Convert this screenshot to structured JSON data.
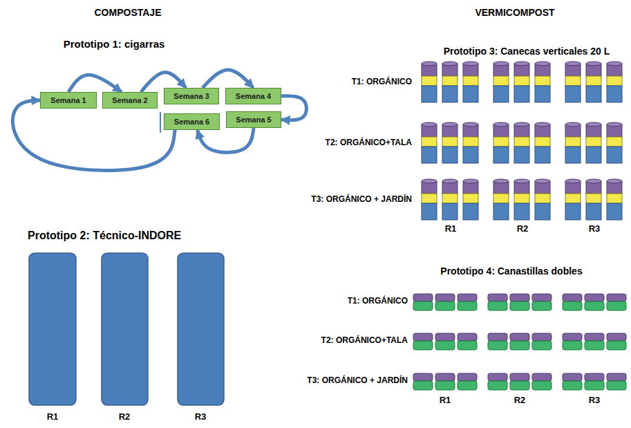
{
  "diagram": {
    "nodes": [
      {
        "text": [
          "Semana 1"
        ]
      },
      {
        "text": [
          "Semana 2"
        ]
      },
      {
        "text": [
          "Semana 3"
        ]
      },
      {
        "text": [
          "Semana 4"
        ]
      },
      {
        "text": [
          "Semana 6"
        ]
      },
      {
        "text": [
          "Semana 5"
        ]
      }
    ],
    "edges": [
      {
        "from": 0,
        "to": 1,
        "arrow": "to"
      },
      {
        "from": 1,
        "to": 2,
        "arrow": "to"
      },
      {
        "from": 2,
        "to": 3,
        "arrow": "to"
      },
      {
        "from": 3,
        "to": 5,
        "arrow": "to"
      },
      {
        "from": 5,
        "to": 4,
        "arrow": "to"
      },
      {
        "from": 4,
        "to": 0,
        "arrow": "to"
      }
    ],
    "labels": [
      "COMPOSTAJE",
      "VERMICOMPOST",
      "Prototipo 1: cigarras",
      "Prototipo 2: Técnico-INDORE",
      "R1",
      "R2",
      "R3",
      "Prototipo 3: Canecas verticales 20 L",
      "T1: ORGÁNICO",
      "T2: ORGÁNICO+TALA",
      "T3: ORGÁNICO + JARDÍN",
      "R1",
      "R2",
      "R3",
      "Prototipo 4: Canastillas dobles",
      "T1: ORGÁNICO",
      "T2: ORGÁNICO+TALA",
      "T3: ORGÁNICO + JARDÍN",
      "R1",
      "R2",
      "R3"
    ]
  }
}
